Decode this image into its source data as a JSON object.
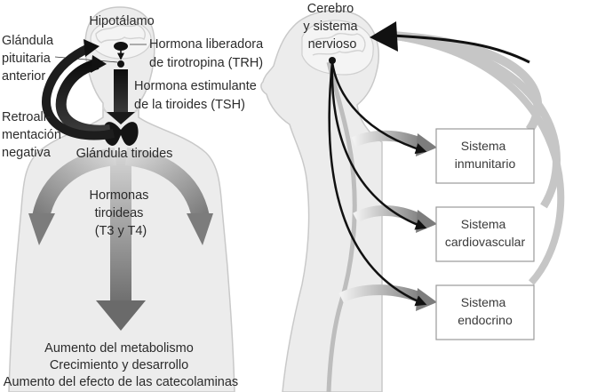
{
  "left_panel": {
    "hypothalamus": "Hipotálamo",
    "pituitary": [
      "Glándula",
      "pituitaria",
      "anterior"
    ],
    "trh": [
      "Hormona liberadora",
      "de tirotropina (TRH)"
    ],
    "tsh": [
      "Hormona estimulante",
      "de la tiroides (TSH)"
    ],
    "feedback": [
      "Retroali-",
      "mentación",
      "negativa"
    ],
    "thyroid": "Glándula tiroides",
    "hormones": [
      "Hormonas",
      "tiroideas",
      "(T3 y T4)"
    ],
    "effects": [
      "Aumento del metabolismo",
      "Crecimiento y desarrollo",
      "Aumento del efecto de las catecolaminas"
    ]
  },
  "right_panel": {
    "brain": [
      "Cerebro",
      "y sistema",
      "nervioso"
    ],
    "systems": [
      {
        "lines": [
          "Sistema",
          "inmunitario"
        ]
      },
      {
        "lines": [
          "Sistema",
          "cardiovascular"
        ]
      },
      {
        "lines": [
          "Sistema",
          "endocrino"
        ]
      }
    ]
  },
  "colors": {
    "body_fill": "#ececec",
    "body_stroke": "#c9c9c9",
    "arrow_gray": "#8f8f8f",
    "arrow_light": "#c4c4c4",
    "arrow_dark": "#1a1a1a",
    "box_stroke": "#9a9a9a"
  }
}
